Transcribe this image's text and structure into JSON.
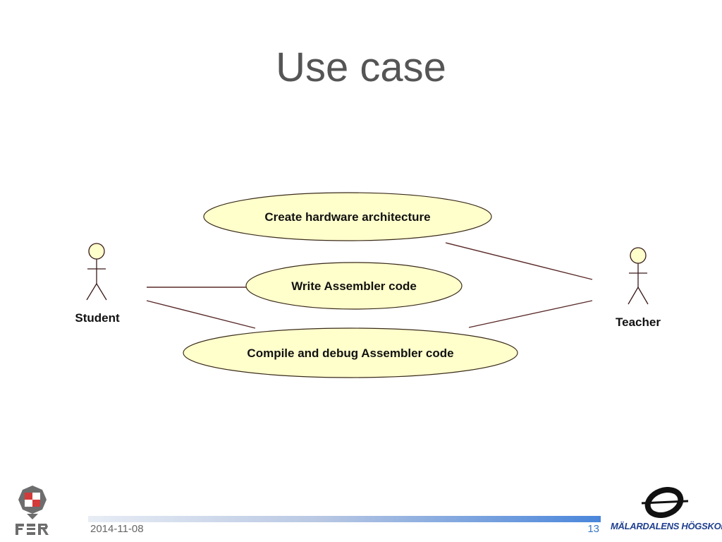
{
  "slide": {
    "title": "Use case",
    "footer": {
      "date": "2014-11-08",
      "page_number": "13"
    },
    "logos": {
      "left_text": "FER",
      "right_text": "MÄLARDALENS HÖGSKOLA"
    }
  },
  "diagram": {
    "actors": [
      {
        "id": "student",
        "label": "Student"
      },
      {
        "id": "teacher",
        "label": "Teacher"
      }
    ],
    "use_cases": [
      {
        "id": "uc1",
        "label": "Create hardware architecture"
      },
      {
        "id": "uc2",
        "label": "Write Assembler code"
      },
      {
        "id": "uc3",
        "label": "Compile and debug Assembler code"
      }
    ],
    "associations": [
      {
        "from": "student",
        "to": "uc2"
      },
      {
        "from": "student",
        "to": "uc3"
      },
      {
        "from": "teacher",
        "to": "uc1"
      },
      {
        "from": "teacher",
        "to": "uc3"
      }
    ],
    "colors": {
      "use_case_fill": "#ffffcc",
      "line": "#5a2a2a",
      "actor_stroke": "#3a1a1a"
    }
  }
}
